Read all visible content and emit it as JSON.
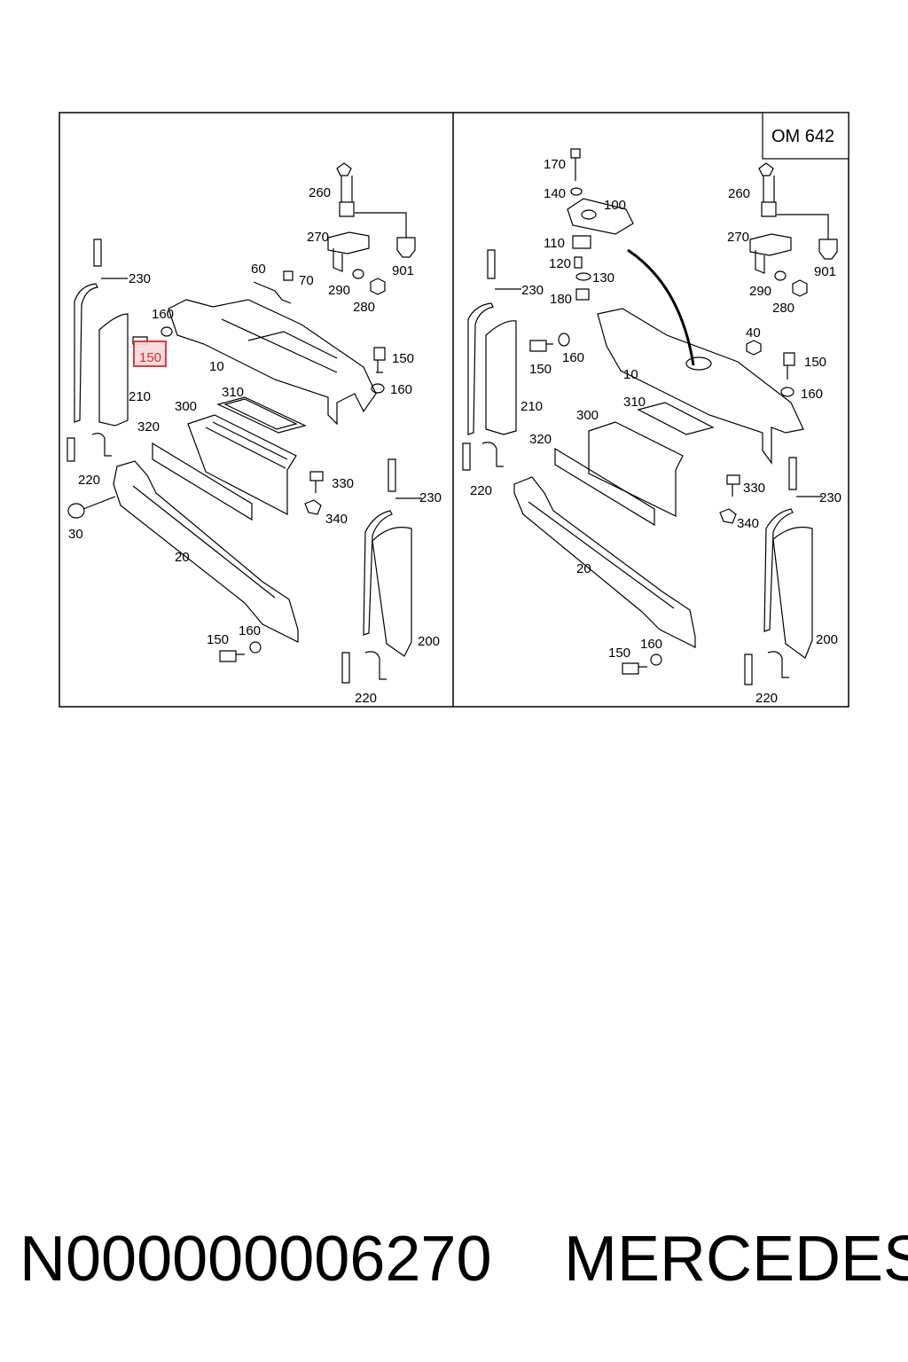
{
  "diagram": {
    "variant_label": "OM 642",
    "highlight_color": "#e0242e",
    "highlighted_callout": "150",
    "left_panel": {
      "callouts": [
        "260",
        "270",
        "901",
        "290",
        "280",
        "60",
        "70",
        "230",
        "160",
        "150",
        "10",
        "150",
        "160",
        "210",
        "310",
        "300",
        "320",
        "220",
        "330",
        "30",
        "340",
        "230",
        "20",
        "160",
        "150",
        "200",
        "220"
      ]
    },
    "right_panel": {
      "callouts": [
        "170",
        "140",
        "100",
        "260",
        "110",
        "270",
        "901",
        "120",
        "130",
        "290",
        "280",
        "180",
        "230",
        "40",
        "150",
        "160",
        "10",
        "150",
        "160",
        "210",
        "310",
        "300",
        "320",
        "220",
        "330",
        "340",
        "230",
        "20",
        "160",
        "150",
        "200",
        "220"
      ]
    }
  },
  "footer": {
    "part_number": "N000000006270",
    "brand": "MERCEDES"
  }
}
